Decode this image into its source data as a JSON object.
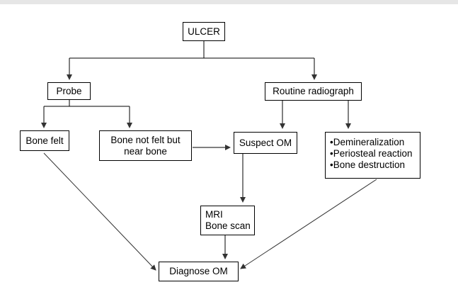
{
  "diagram": {
    "nodes": {
      "ulcer": "ULCER",
      "probe": "Probe",
      "routine_radiograph": "Routine radiograph",
      "bone_felt": "Bone felt",
      "bone_not_felt": [
        "Bone not felt but",
        "near bone"
      ],
      "suspect_om": "Suspect OM",
      "findings": [
        "•Demineralization",
        "•Periosteal reaction",
        "•Bone destruction"
      ],
      "imaging": [
        "MRI",
        "Bone scan"
      ],
      "diagnose_om": "Diagnose OM"
    },
    "line_color": "#000000",
    "arrow_color": "#333333"
  }
}
